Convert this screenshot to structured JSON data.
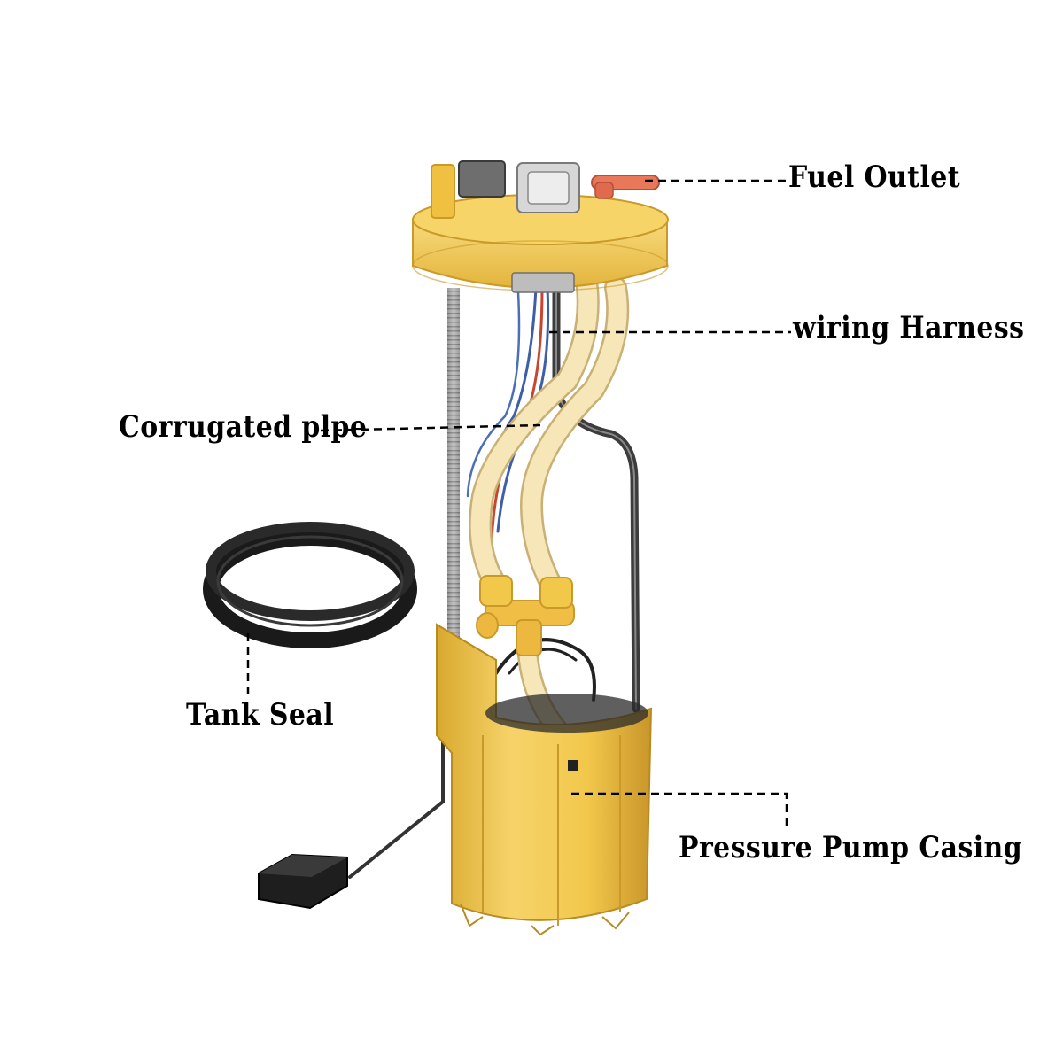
{
  "labels": {
    "fuel_outlet": "Fuel Outlet",
    "wiring_harness": "wiring Harness",
    "corrugated_pipe": "Corrugated plpe",
    "tank_seal": "Tank Seal",
    "pressure_pump_casing": "Pressure Pump Casing"
  },
  "colors": {
    "housing": "#F2C84B",
    "housing_shade": "#D9A92E",
    "hose": "#F7E7B8",
    "seal": "#1A1A1A",
    "rod": "#A7A7A7",
    "connector": "#7A7A7A",
    "outlet_cap": "#E8785A",
    "wire_red": "#C8452F",
    "wire_blue": "#3C5FA8",
    "leader": "#000000"
  }
}
